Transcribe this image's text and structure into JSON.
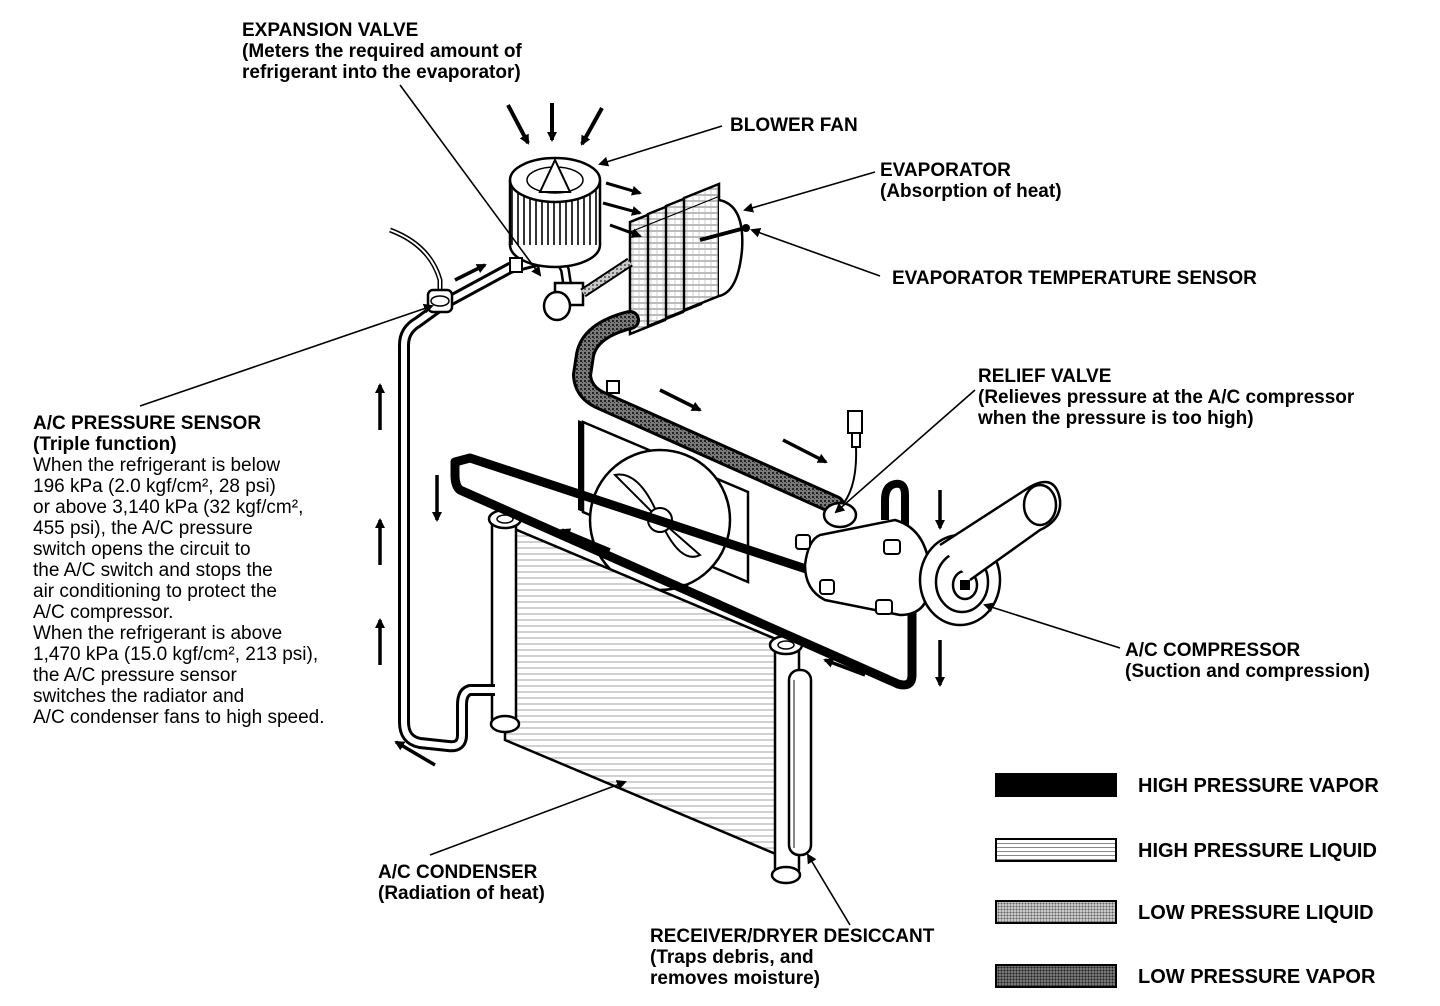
{
  "labels": {
    "expansion_valve": {
      "title": "EXPANSION VALVE",
      "sub": [
        "(Meters the required amount of",
        "refrigerant into the evaporator)"
      ]
    },
    "blower_fan": {
      "title": "BLOWER FAN"
    },
    "evaporator": {
      "title": "EVAPORATOR",
      "sub": "(Absorption of heat)"
    },
    "evaporator_temp_sensor": {
      "title": "EVAPORATOR TEMPERATURE SENSOR"
    },
    "relief_valve": {
      "title": "RELIEF VALVE",
      "sub": [
        "(Relieves pressure at the A/C compressor",
        "when the pressure is too high)"
      ]
    },
    "ac_pressure_sensor": {
      "title": "A/C PRESSURE SENSOR",
      "sub": "(Triple function)",
      "desc": [
        "When the refrigerant is below",
        "196 kPa (2.0 kgf/cm², 28 psi)",
        "or above 3,140 kPa (32 kgf/cm²,",
        "455 psi), the A/C pressure",
        "switch opens the circuit to",
        "the A/C switch and stops the",
        "air conditioning to protect the",
        "A/C compressor.",
        "When the refrigerant is above",
        "1,470 kPa (15.0 kgf/cm², 213 psi),",
        "the A/C pressure sensor",
        "switches the radiator and",
        "A/C condenser fans to high speed."
      ]
    },
    "ac_compressor": {
      "title": "A/C COMPRESSOR",
      "sub": "(Suction and compression)"
    },
    "ac_condenser": {
      "title": "A/C CONDENSER",
      "sub": "(Radiation of heat)"
    },
    "receiver_dryer": {
      "title": "RECEIVER/DRYER DESICCANT",
      "sub": [
        "(Traps debris, and",
        "removes moisture)"
      ]
    }
  },
  "legend": [
    {
      "label": "HIGH PRESSURE VAPOR",
      "pattern": "solid-black"
    },
    {
      "label": "HIGH PRESSURE LIQUID",
      "pattern": "light-hatch"
    },
    {
      "label": "LOW PRESSURE LIQUID",
      "pattern": "medium-dots"
    },
    {
      "label": "LOW PRESSURE VAPOR",
      "pattern": "dark-dots"
    }
  ],
  "colors": {
    "ink": "#000000",
    "paper": "#ffffff"
  }
}
